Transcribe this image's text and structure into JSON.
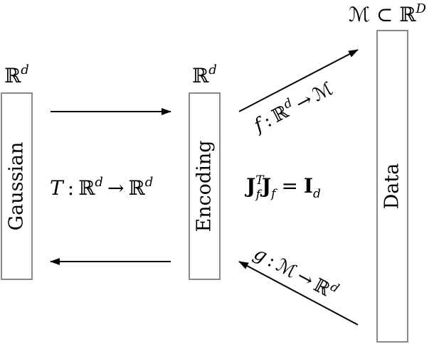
{
  "boxes": {
    "gaussian": "Gaussian",
    "encoding": "Encoding",
    "data": "Data"
  },
  "space_labels": {
    "gaussian_space": "ℝ",
    "gaussian_space_dim": "d",
    "encoding_space": "ℝ",
    "encoding_space_dim": "d",
    "data_manifold": "ℳ ⊂ ℝ",
    "data_manifold_dim": "D"
  },
  "maps": {
    "T_name": "T",
    "T_domain": "ℝ",
    "T_domain_dim": "d",
    "T_arrow": "→",
    "T_codomain": "ℝ",
    "T_codomain_dim": "d",
    "f_name": "f",
    "f_domain": "ℝ",
    "f_domain_dim": "d",
    "f_arrow": "→",
    "f_codomain": "ℳ",
    "g_name": "g",
    "g_domain": "ℳ",
    "g_arrow": "→",
    "g_codomain": "ℝ",
    "g_codomain_dim": "d"
  },
  "constraint": {
    "J": "J",
    "f_sub": "f",
    "T_sup": "T",
    "J2": "J",
    "f_sub2": "f",
    "eq": "=",
    "I": "I",
    "d_sub": "d"
  }
}
